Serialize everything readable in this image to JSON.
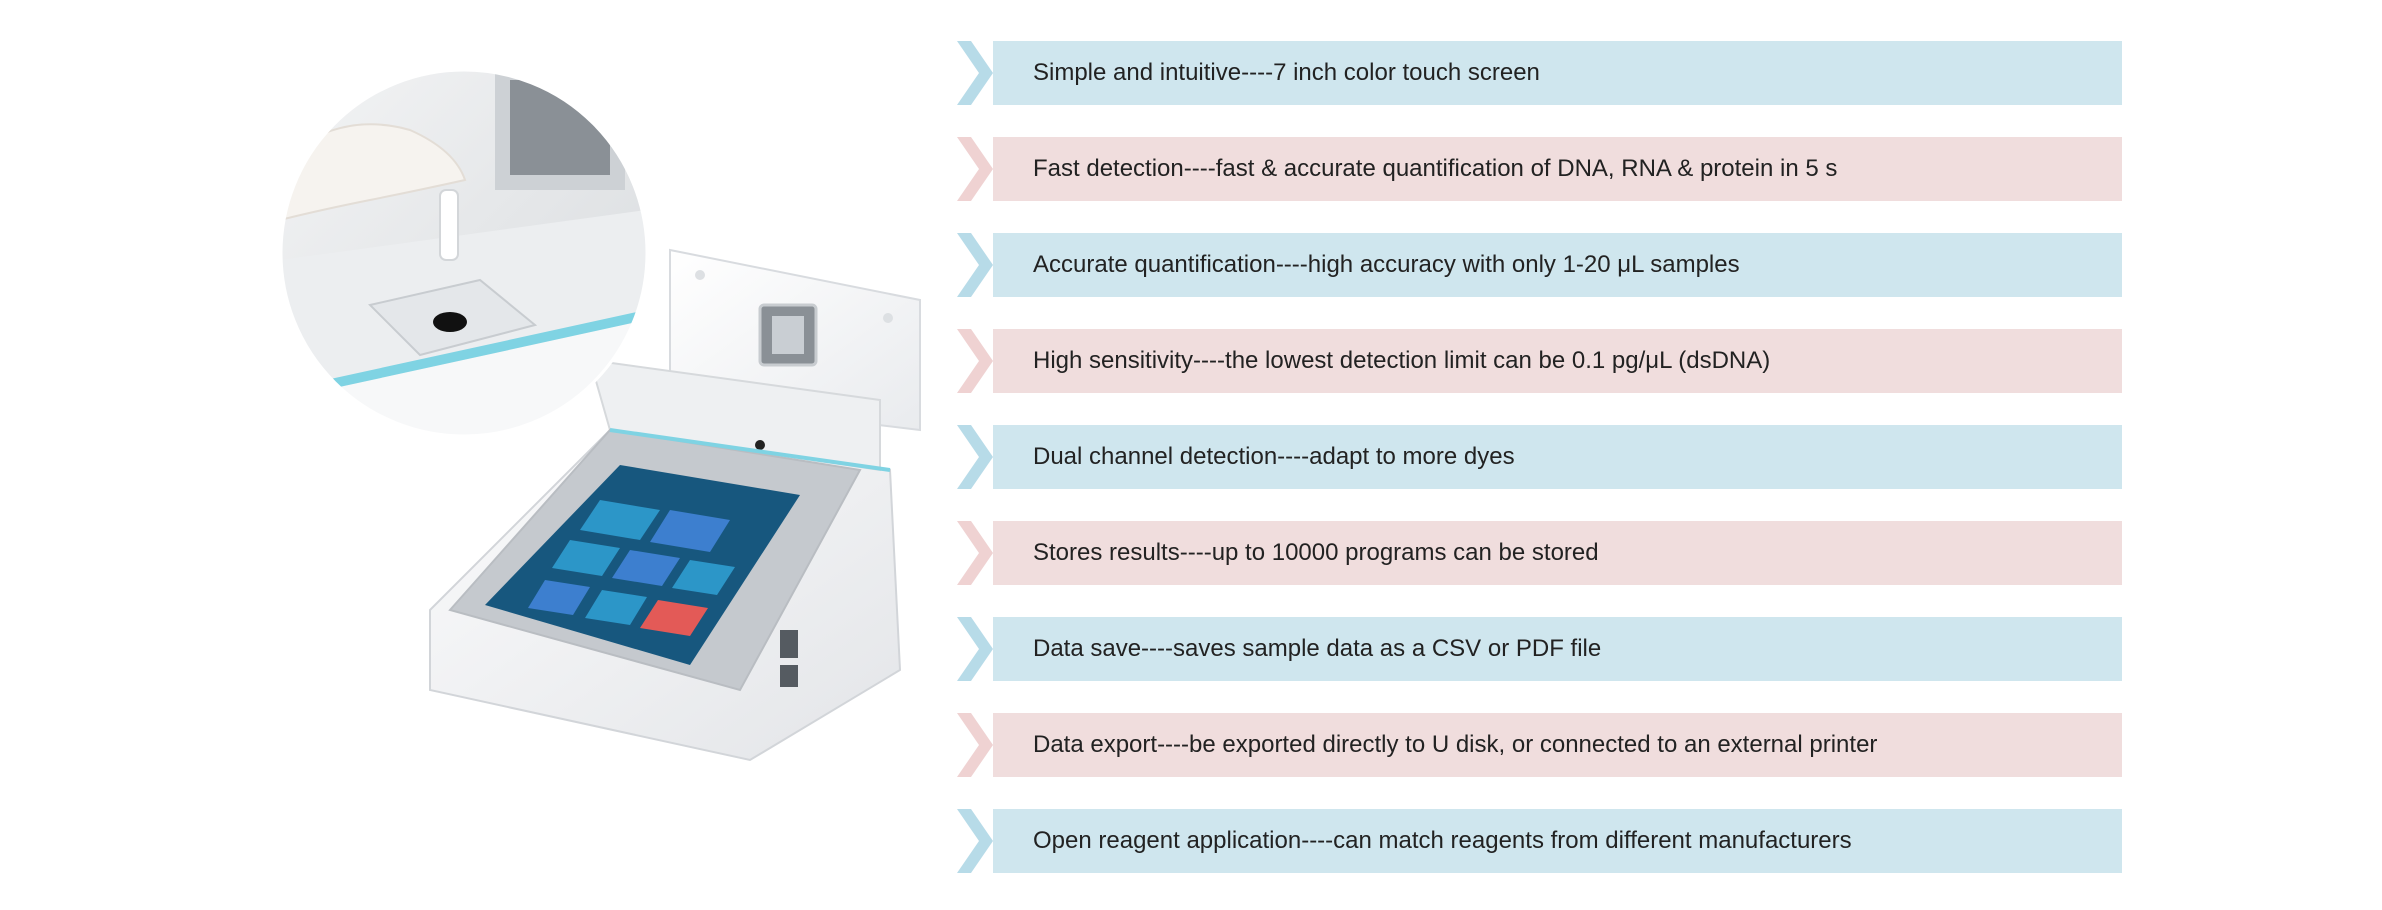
{
  "colors": {
    "blue_band": "#cfe6ee",
    "blue_chevron": "#b7dbe8",
    "pink_band": "#f0dddd",
    "pink_chevron": "#efd2d2",
    "text": "#222222",
    "device_body": "#f4f5f6",
    "screen": "#17577e"
  },
  "features": [
    {
      "style": "blue",
      "text": "Simple and intuitive----7 inch color touch screen"
    },
    {
      "style": "pink",
      "text": "Fast detection----fast & accurate quantification of DNA, RNA & protein in 5 s"
    },
    {
      "style": "blue",
      "text": "Accurate quantification----high accuracy with only 1-20 μL samples"
    },
    {
      "style": "pink",
      "text": "High sensitivity----the lowest detection limit can be 0.1 pg/μL (dsDNA)"
    },
    {
      "style": "blue",
      "text": "Dual channel detection----adapt to more dyes"
    },
    {
      "style": "pink",
      "text": "Stores results----up to 10000 programs can be stored"
    },
    {
      "style": "blue",
      "text": "Data save----saves sample data as a CSV or PDF file"
    },
    {
      "style": "pink",
      "text": "Data export----be exported directly to U disk, or connected to an external printer"
    },
    {
      "style": "blue",
      "text": "Open reagent application----can match reagents from different manufacturers"
    }
  ]
}
